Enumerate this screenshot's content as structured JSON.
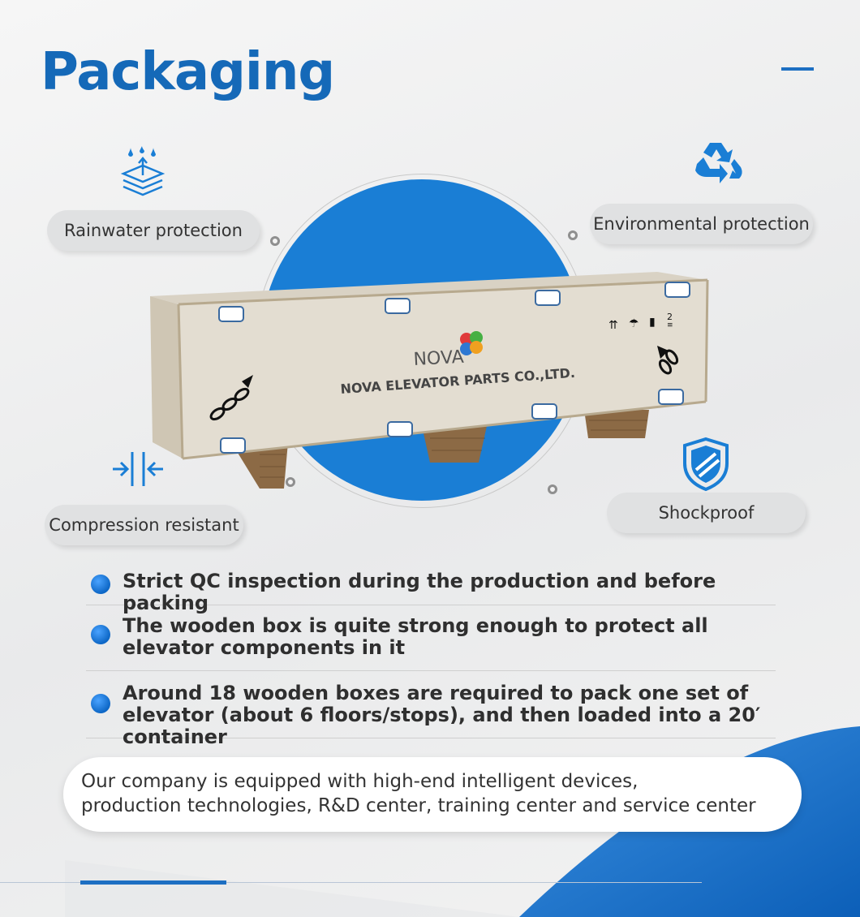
{
  "title": "Packaging",
  "features": {
    "rainwater": "Rainwater protection",
    "environmental": "Environmental protection",
    "compression": "Compression resistant",
    "shockproof": "Shockproof"
  },
  "crate": {
    "brand_logo": "NOVA",
    "company_name": "NOVA ELEVATOR PARTS CO.,LTD."
  },
  "bullets": [
    "Strict QC inspection during the production and before packing",
    "The wooden box is quite strong enough to protect all elevator components in it",
    "Around 18 wooden boxes are required to pack one set of elevator (about 6 floors/stops), and then loaded into a 20′ container"
  ],
  "info": {
    "line1": "Our company is equipped with high-end intelligent devices,",
    "line2": "production technologies, R&D center, training center and service center"
  },
  "colors": {
    "accent": "#1a7ed5",
    "title": "#1569b8"
  }
}
